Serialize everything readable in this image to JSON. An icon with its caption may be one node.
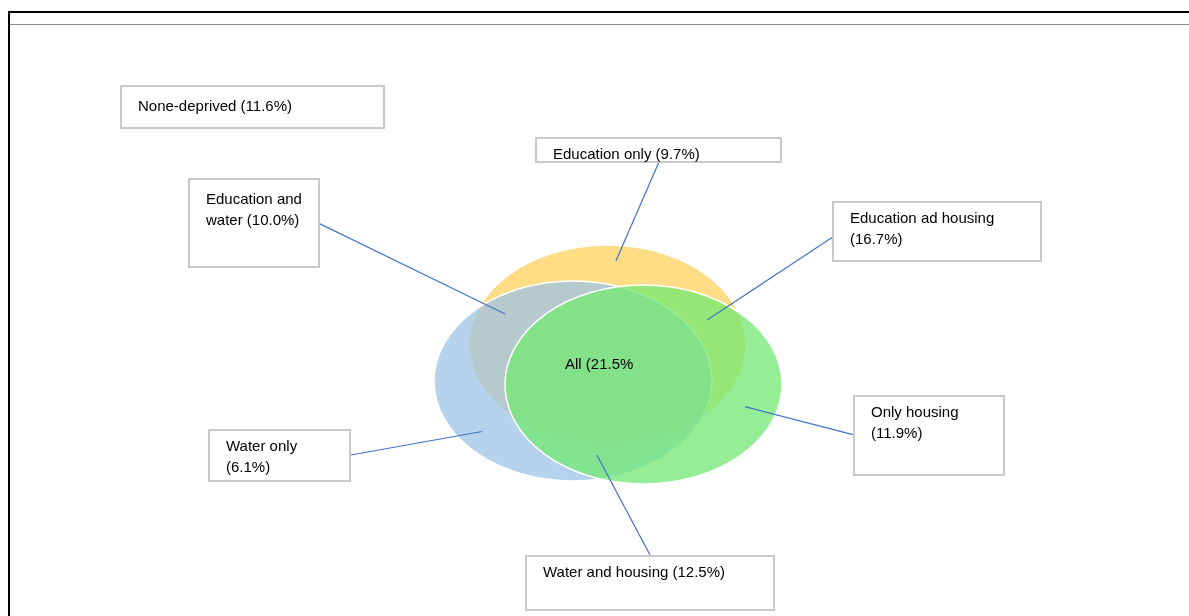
{
  "diagram": {
    "nodes": [
      {
        "text": [
          "None-deprived (11.6%)"
        ]
      },
      {
        "text": [
          "Education only (9.7%)"
        ]
      },
      {
        "text": [
          "Education and water (10.0%)"
        ]
      },
      {
        "text": [
          "Education ad housing (16.7%)"
        ]
      },
      {
        "text": [
          "Only housing (11.9%)"
        ]
      },
      {
        "text": [
          "Water only (6.1%)"
        ]
      },
      {
        "text": [
          "Water and housing (12.5%)"
        ]
      },
      {
        "text": [],
        "shape": "ellipse"
      },
      {
        "text": [],
        "shape": "ellipse"
      },
      {
        "text": [],
        "shape": "ellipse"
      }
    ],
    "edges": [
      {
        "from": 1,
        "to": 7,
        "arrow": "none"
      },
      {
        "from": 2,
        "to": 7,
        "arrow": "none"
      },
      {
        "from": 3,
        "to": 7,
        "arrow": "none"
      },
      {
        "from": 4,
        "to": 9,
        "arrow": "none"
      },
      {
        "from": 5,
        "to": 8,
        "arrow": "none"
      },
      {
        "from": 6,
        "to": 9,
        "arrow": "none"
      }
    ],
    "labels": [
      "All (21.5%"
    ]
  }
}
